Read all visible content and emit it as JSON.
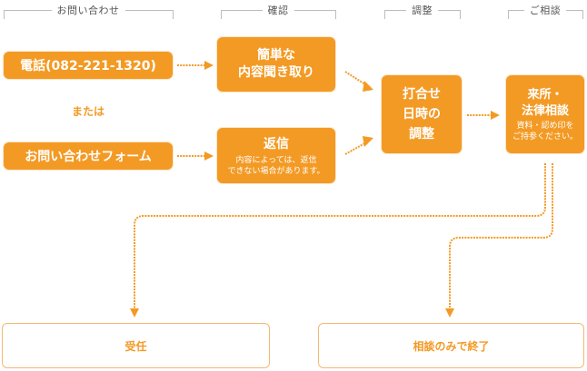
{
  "headers": {
    "contact": "お問い合わせ",
    "confirm": "確認",
    "adjust": "調整",
    "consult": "ご相談"
  },
  "boxes": {
    "phone": "電話(082-221-1320)",
    "or": "または",
    "form": "お問い合わせフォーム",
    "simple_title": "簡単な",
    "simple_title2": "内容聞き取り",
    "reply_title": "返信",
    "reply_sub1": "内容によっては、返信",
    "reply_sub2": "できない場合があります。",
    "meet_line1": "打合せ",
    "meet_line2": "日時の",
    "meet_line3": "調整",
    "visit_line1": "来所・",
    "visit_line2": "法律相談",
    "visit_sub1": "資料・認め印を",
    "visit_sub2": "ご持参ください。"
  },
  "outcomes": {
    "retain": "受任",
    "consult_only": "相談のみで終了"
  },
  "colors": {
    "accent": "#f39a25",
    "outline": "#f4b874",
    "header_line": "#bdbdbd"
  }
}
